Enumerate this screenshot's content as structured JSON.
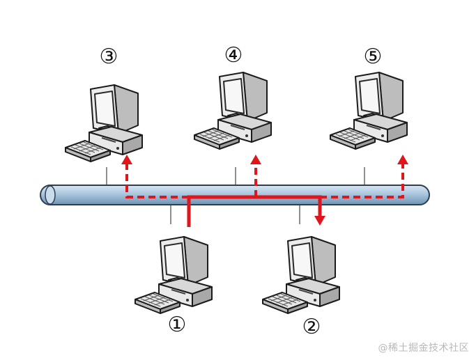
{
  "labels": {
    "pc1": "①",
    "pc2": "②",
    "pc3": "③",
    "pc4": "④",
    "pc5": "⑤"
  },
  "watermark": "@稀土掘金技术社区",
  "colors": {
    "bus_fill": "#b9d1e6",
    "bus_stroke": "#2c3e50",
    "signal": "#e0161d",
    "computer_body": "#e9e9e9",
    "computer_shadow": "#9a9a9a",
    "computer_outline": "#1b1b1b",
    "screen": "#f3f3f3"
  },
  "icons": [
    "computer-icon"
  ]
}
